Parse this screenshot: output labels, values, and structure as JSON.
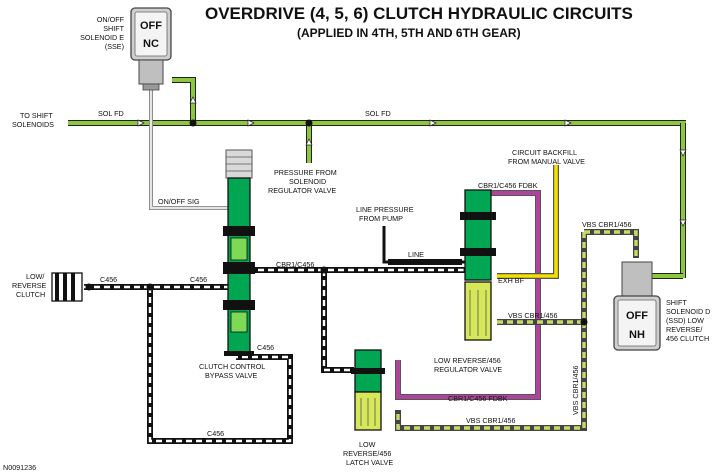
{
  "colors": {
    "sol_fd": "#8dc63f",
    "c456": "#111111",
    "cbr1_c456": "#111111",
    "vbs": "#c8d96a",
    "fdbk": "#b0449c",
    "backfill": "#f2e000",
    "valve_green": "#00a651",
    "valve_gray": "#bfbfbf"
  },
  "title": {
    "main": "OVERDRIVE (4, 5, 6) CLUTCH HYDRAULIC CIRCUITS",
    "sub": "(APPLIED IN 4TH, 5TH AND 6TH GEAR)"
  },
  "figure_id": "N0091236",
  "solenoid_e": {
    "label": [
      "ON/OFF",
      "SHIFT",
      "SOLENOID E",
      "(SSE)"
    ],
    "state_line1": "OFF",
    "state_line2": "NC"
  },
  "solenoid_d": {
    "label": [
      "SHIFT",
      "SOLENOID D",
      "(SSD) LOW",
      "REVERSE/",
      "456 CLUTCH"
    ],
    "state_line1": "OFF",
    "state_line2": "NH"
  },
  "labels": {
    "to_shift_solenoids": [
      "TO SHIFT",
      "SOLENOIDS"
    ],
    "sol_fd_left": "SOL FD",
    "sol_fd_right": "SOL FD",
    "pressure_from_solenoid": [
      "PRESSURE FROM",
      "SOLENOID",
      "REGULATOR VALVE"
    ],
    "circuit_backfill": [
      "CIRCUIT BACKFILL",
      "FROM MANUAL VALVE"
    ],
    "on_off_sig": "ON/OFF SIG",
    "cbr1_c456_fdbk_top": "CBR1/C456 FDBK",
    "line_pressure": [
      "LINE PRESSURE",
      "FROM PUMP"
    ],
    "line": "LINE",
    "vbs_cbr1_456_a": "VBS CBR1/456",
    "low_reverse_clutch": [
      "LOW/",
      "REVERSE",
      "CLUTCH"
    ],
    "c456_a": "C456",
    "c456_b": "C456",
    "cbr1_c456": "CBR1/C456",
    "exh_bf": "EXH BF",
    "vbs_cbr1_456_b": "VBS CBR1/456",
    "c456_c": "C456",
    "clutch_control_bypass": [
      "CLUTCH CONTROL",
      "BYPASS VALVE"
    ],
    "low_rev_456_regulator": [
      "LOW REVERSE/456",
      "REGULATOR VALVE"
    ],
    "vbs_cbr1_456_vertical": "VBS CBR1/456",
    "cbr1_c456_fdbk_bottom": "CBR1/C456 FDBK",
    "vbs_cbr1_456_bottom": "VBS CBR1/456",
    "c456_bottom": "C456",
    "low_rev_456_latch": [
      "LOW",
      "REVERSE/456",
      "LATCH VALVE"
    ]
  }
}
